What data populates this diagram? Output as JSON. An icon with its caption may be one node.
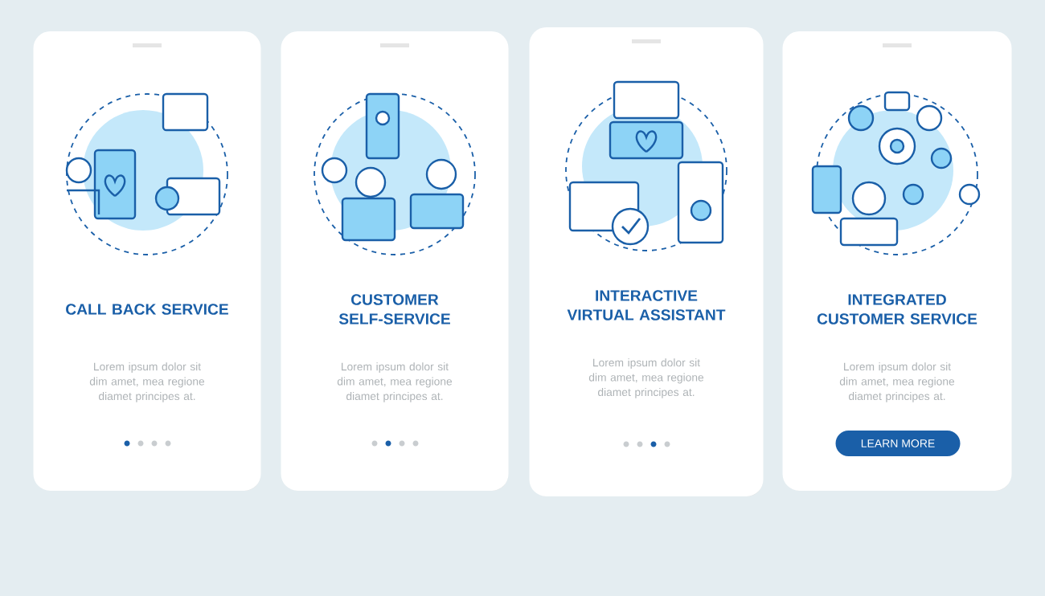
{
  "diagram": {
    "nodes": [
      {
        "text": [
          "CALL BACK SERVICE",
          "Lorem ipsum dolor sit dim amet, mea regione diamet principes at."
        ]
      },
      {
        "text": [
          "CUSTOMER SELF-SERVICE",
          "Lorem ipsum dolor sit dim amet, mea regione diamet principes at."
        ]
      },
      {
        "text": [
          "INTERACTIVE VIRTUAL ASSISTANT",
          "Lorem ipsum dolor sit dim amet, mea regione diamet principes at."
        ]
      },
      {
        "text": [
          "INTEGRATED CUSTOMER SERVICE",
          "Lorem ipsum dolor sit dim amet, mea regione diamet principes at."
        ]
      },
      {
        "text": [
          "LEARN MORE"
        ],
        "in": 3
      }
    ]
  }
}
